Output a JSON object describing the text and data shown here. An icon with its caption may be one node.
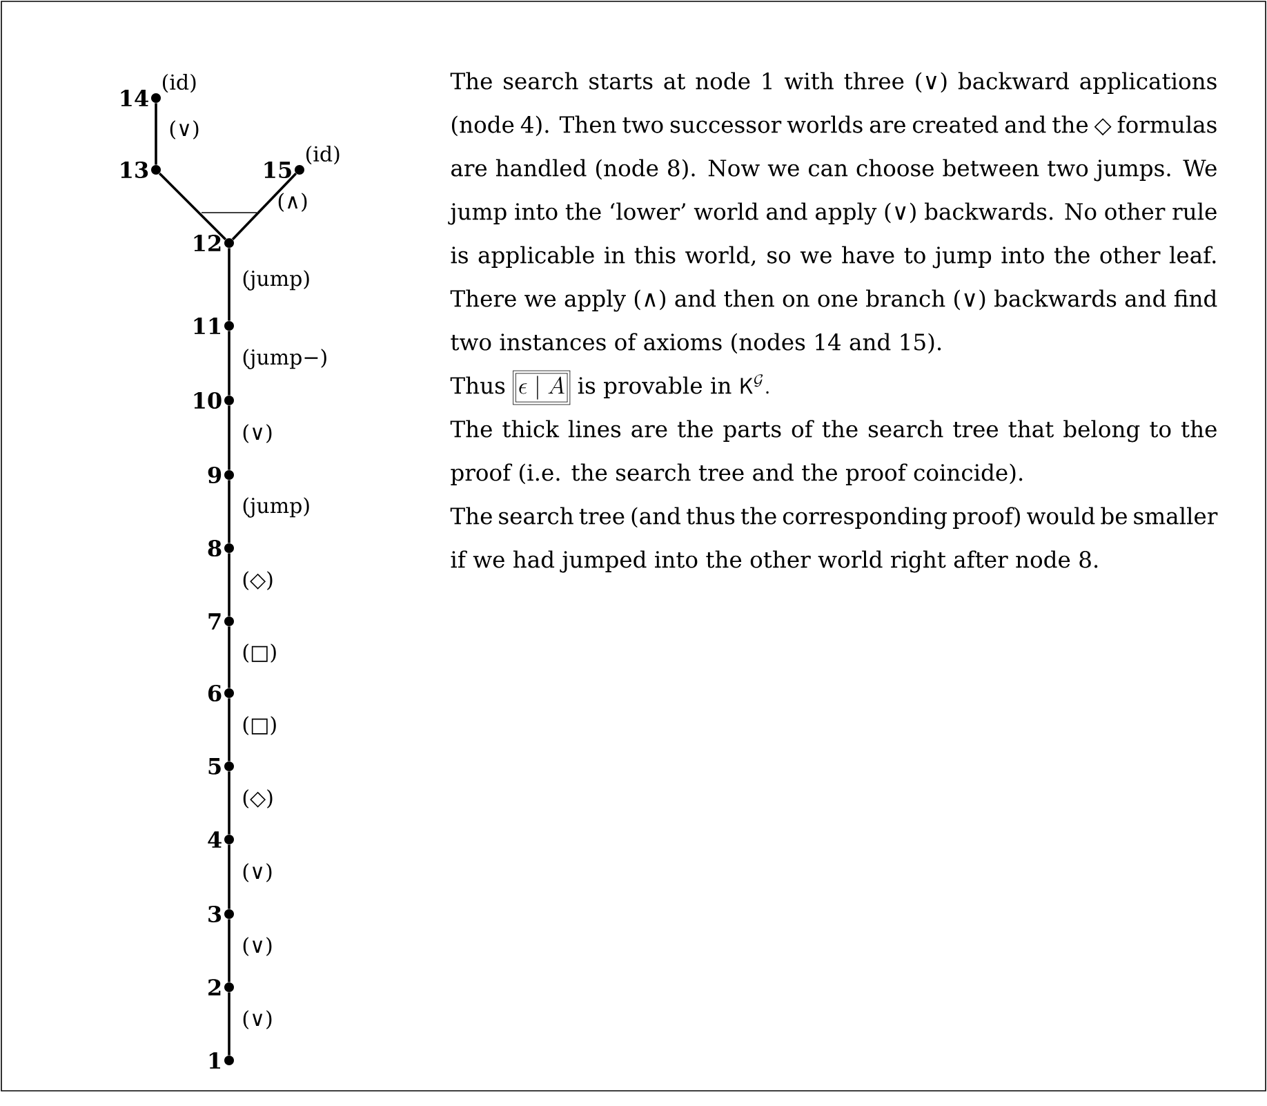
{
  "diagram": {
    "nodes": [
      {
        "text": [
          "1"
        ]
      },
      {
        "text": [
          "2"
        ]
      },
      {
        "text": [
          "3"
        ]
      },
      {
        "text": [
          "4"
        ]
      },
      {
        "text": [
          "5"
        ]
      },
      {
        "text": [
          "6"
        ]
      },
      {
        "text": [
          "7"
        ]
      },
      {
        "text": [
          "8"
        ]
      },
      {
        "text": [
          "9"
        ]
      },
      {
        "text": [
          "10"
        ]
      },
      {
        "text": [
          "11"
        ]
      },
      {
        "text": [
          "12"
        ]
      },
      {
        "text": [
          "13"
        ]
      },
      {
        "text": [
          "14"
        ],
        "beside": [
          "(id)"
        ]
      },
      {
        "text": [
          "15"
        ],
        "beside": [
          "(id)"
        ]
      }
    ],
    "edges": [
      {
        "from": 0,
        "to": 1,
        "arrow": "none",
        "label": "(∨)"
      },
      {
        "from": 1,
        "to": 2,
        "arrow": "none",
        "label": "(∨)"
      },
      {
        "from": 2,
        "to": 3,
        "arrow": "none",
        "label": "(∨)"
      },
      {
        "from": 3,
        "to": 4,
        "arrow": "none",
        "label": "(◇)"
      },
      {
        "from": 4,
        "to": 5,
        "arrow": "none",
        "label": "(□)"
      },
      {
        "from": 5,
        "to": 6,
        "arrow": "none",
        "label": "(□)"
      },
      {
        "from": 6,
        "to": 7,
        "arrow": "none",
        "label": "(◇)"
      },
      {
        "from": 7,
        "to": 8,
        "arrow": "none",
        "label": "(jump)"
      },
      {
        "from": 8,
        "to": 9,
        "arrow": "none",
        "label": "(∨)"
      },
      {
        "from": 9,
        "to": 10,
        "arrow": "none",
        "label": "(jump−)"
      },
      {
        "from": 10,
        "to": 11,
        "arrow": "none",
        "label": "(jump)"
      },
      {
        "from": 11,
        "to": 12,
        "arrow": "none"
      },
      {
        "from": 11,
        "to": 14,
        "arrow": "none",
        "label": "(∧)"
      },
      {
        "from": 12,
        "to": 13,
        "arrow": "none",
        "label": "(∨)"
      }
    ],
    "labels": [
      "The search starts at node 1 with three (∨) backward applications (node 4). Then two successor worlds are created and the ◇ formulas are handled (node 8). Now we can choose between two jumps. We jump into the ‘lower’ world and apply (∨) backwards. No other rule is applicable in this world, so we have to jump into the other leaf. There we apply (∧) and then on one branch (∨) backwards and find two instances of axioms (nodes 14 and 15).",
      "Thus",
      "\\epsilon \\mid A",
      "is provable in",
      "\\mathsf{K}^{\\mathcal{G}}.",
      "The thick lines are the parts of the search tree that belong to the proof (i.e. the search tree and the proof coincide).",
      "The search tree (and thus the corresponding proof) would be smaller if we had jumped into the other world right after node 8."
    ]
  }
}
